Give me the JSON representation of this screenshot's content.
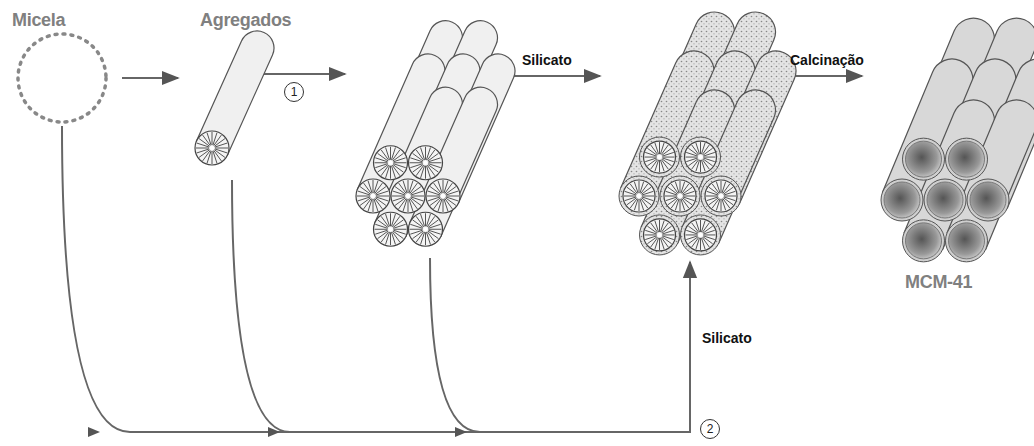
{
  "diagram": {
    "labels": [
      "Micela",
      "Agregados",
      "1",
      "Silicato",
      "Calcinação",
      "Silicato",
      "MCM-41",
      "2"
    ]
  }
}
